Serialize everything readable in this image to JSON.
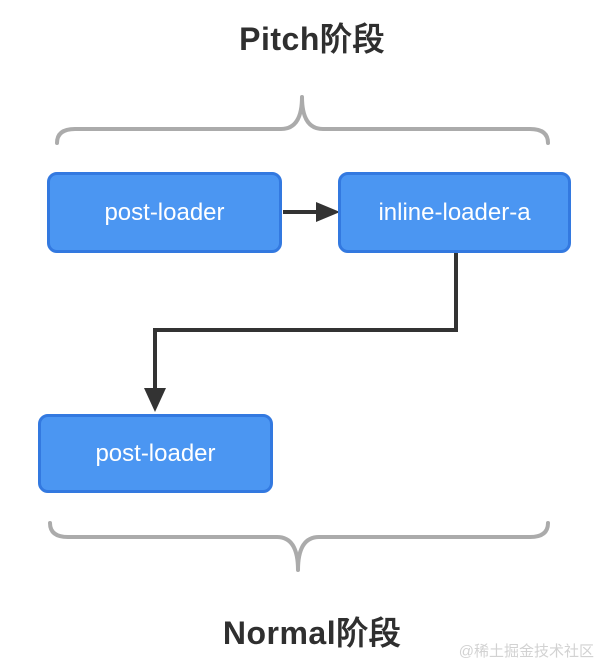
{
  "titles": {
    "top_phase": "Pitch阶段",
    "bottom_phase": "Normal阶段"
  },
  "nodes": [
    {
      "id": "post-loader-top",
      "label": "post-loader"
    },
    {
      "id": "inline-loader-a",
      "label": "inline-loader-a"
    },
    {
      "id": "post-loader-bottom",
      "label": "post-loader"
    }
  ],
  "edges": [
    {
      "from": "post-loader-top",
      "to": "inline-loader-a"
    },
    {
      "from": "inline-loader-a",
      "to": "post-loader-bottom"
    }
  ],
  "watermark": "@稀土掘金技术社区",
  "colors": {
    "node_fill": "#4B96F2",
    "node_border": "#3379E0",
    "node_text": "#ffffff",
    "arrow": "#333333",
    "brace": "#ABABAB",
    "title_text": "#2f2f2f",
    "watermark_text": "#d2d2d2",
    "page_bg": "#ffffff"
  }
}
